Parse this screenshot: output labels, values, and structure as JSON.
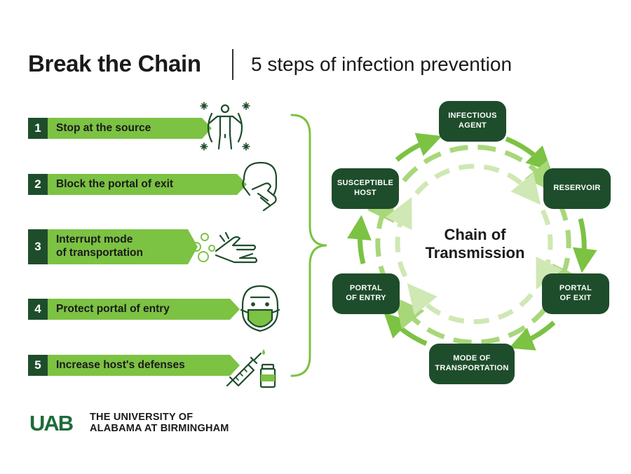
{
  "header": {
    "title": "Break the Chain",
    "subtitle": "5 steps of infection prevention"
  },
  "steps": [
    {
      "num": "1",
      "label": "Stop at the source",
      "icon": "person-germs-icon"
    },
    {
      "num": "2",
      "label": "Block the portal of exit",
      "icon": "cough-cover-icon"
    },
    {
      "num": "3",
      "label_line1": "Interrupt mode",
      "label_line2": "of transportation",
      "icon": "handwashing-icon"
    },
    {
      "num": "4",
      "label": "Protect portal of entry",
      "icon": "face-mask-icon"
    },
    {
      "num": "5",
      "label": "Increase host's defenses",
      "icon": "syringe-vial-icon"
    }
  ],
  "chain": {
    "center_line1": "Chain of",
    "center_line2": "Transmission",
    "nodes": [
      {
        "line1": "Infectious",
        "line2": "Agent"
      },
      {
        "line1": "Reservoir",
        "line2": ""
      },
      {
        "line1": "Portal",
        "line2": "of Exit"
      },
      {
        "line1": "Mode of",
        "line2": "Transportation"
      },
      {
        "line1": "Portal",
        "line2": "of Entry"
      },
      {
        "line1": "Susceptible",
        "line2": "Host"
      }
    ]
  },
  "footer": {
    "logo_text": "UAB",
    "university_line1": "THE UNIVERSITY OF",
    "university_line2": "ALABAMA AT BIRMINGHAM"
  },
  "colors": {
    "dark_green": "#1e4d2b",
    "bright_green": "#7cc243",
    "light_green": "#a8d77a",
    "pale_green": "#cfe8b4"
  }
}
